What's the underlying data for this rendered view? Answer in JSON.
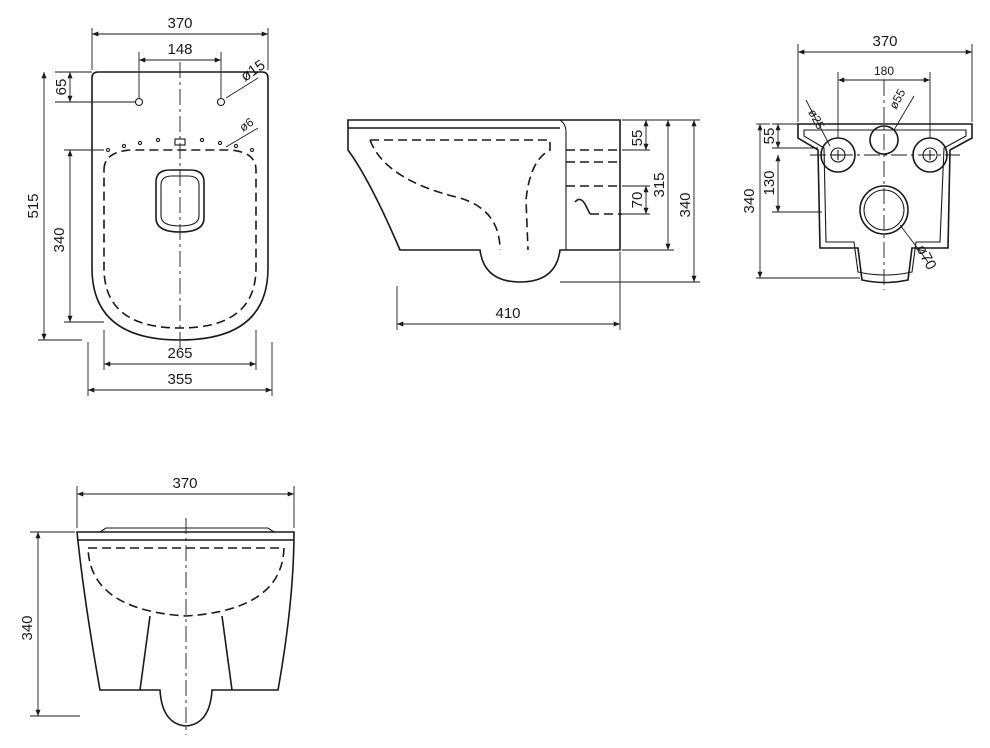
{
  "top_view": {
    "width_overall": "370",
    "bolt_spacing": "148",
    "bolt_diameter": "ø15",
    "hole_diameter": "ø6",
    "offset_top": "65",
    "depth_overall": "515",
    "seat_depth": "340",
    "seat_width": "265",
    "base_width": "355"
  },
  "side_view": {
    "rear_offset": "55",
    "outlet_height": "70",
    "outlet_level": "315",
    "height_overall": "340",
    "projection": "410"
  },
  "rear_view": {
    "width_overall": "370",
    "inlet_spacing": "180",
    "fixing_diameter": "ø25",
    "inlet_diameter": "ø55",
    "top_offset": "55",
    "fixing_height": "130",
    "height_overall": "340",
    "outlet_diameter": "ø70"
  },
  "front_view": {
    "width_overall": "370",
    "height_overall": "340"
  }
}
